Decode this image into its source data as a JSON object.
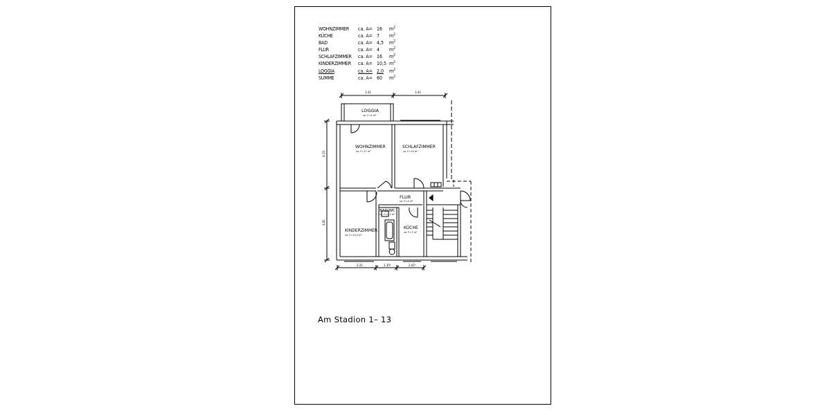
{
  "areas": [
    {
      "room": "WOHNZIMMER",
      "ca": "ca. A=",
      "value": "16",
      "unit": "m",
      "exp": "2"
    },
    {
      "room": "KÜCHE",
      "ca": "ca. A=",
      "value": "7",
      "unit": "m",
      "exp": "2"
    },
    {
      "room": "BAD",
      "ca": "ca. A=",
      "value": "4,5",
      "unit": "m",
      "exp": "2"
    },
    {
      "room": "FLUR",
      "ca": "ca. A=",
      "value": "4",
      "unit": "m",
      "exp": "2"
    },
    {
      "room": "SCHLAFZIMMER",
      "ca": "ca. A=",
      "value": "16",
      "unit": "m",
      "exp": "2"
    },
    {
      "room": "KINDERZIMMER",
      "ca": "ca. A=",
      "value": "10,5",
      "unit": "m",
      "exp": "2"
    },
    {
      "room": "LOGGIA",
      "ca": "ca. A=",
      "value": "2,0",
      "unit": "m",
      "exp": "2"
    },
    {
      "room": "SUMME",
      "ca": "ca. A=",
      "value": "60",
      "unit": "m",
      "exp": "2"
    }
  ],
  "plan_labels": {
    "loggia": "LOGGIA",
    "loggia_area": "ca. F=4 m²",
    "wohnzimmer": "WOHNZIMMER",
    "wohnzimmer_area": "ca. F=17 m²",
    "schlafzimmer": "SCHLAFZIMMER",
    "schlafzimmer_area": "ca. F=15 m²",
    "flur": "FLUR",
    "flur_area": "ca. F=4 m²",
    "bad": "BAD/WC",
    "bad_area": "ca. F=4,2 m²",
    "kueche": "KÜCHE",
    "kueche_area": "ca. F=7 m²",
    "kinderzimmer": "KINDERZIMMER",
    "kinderzimmer_area": "ca. F=10,3 m²"
  },
  "dimensions": {
    "top_left": "3.41",
    "top_right": "3.41",
    "left_upper": "4.15",
    "left_lower": "4.81",
    "bottom_left": "2.21",
    "bottom_mid": "1.35⁵",
    "bottom_right": "2.01⁵"
  },
  "title": "Am Stadion 1– 13"
}
